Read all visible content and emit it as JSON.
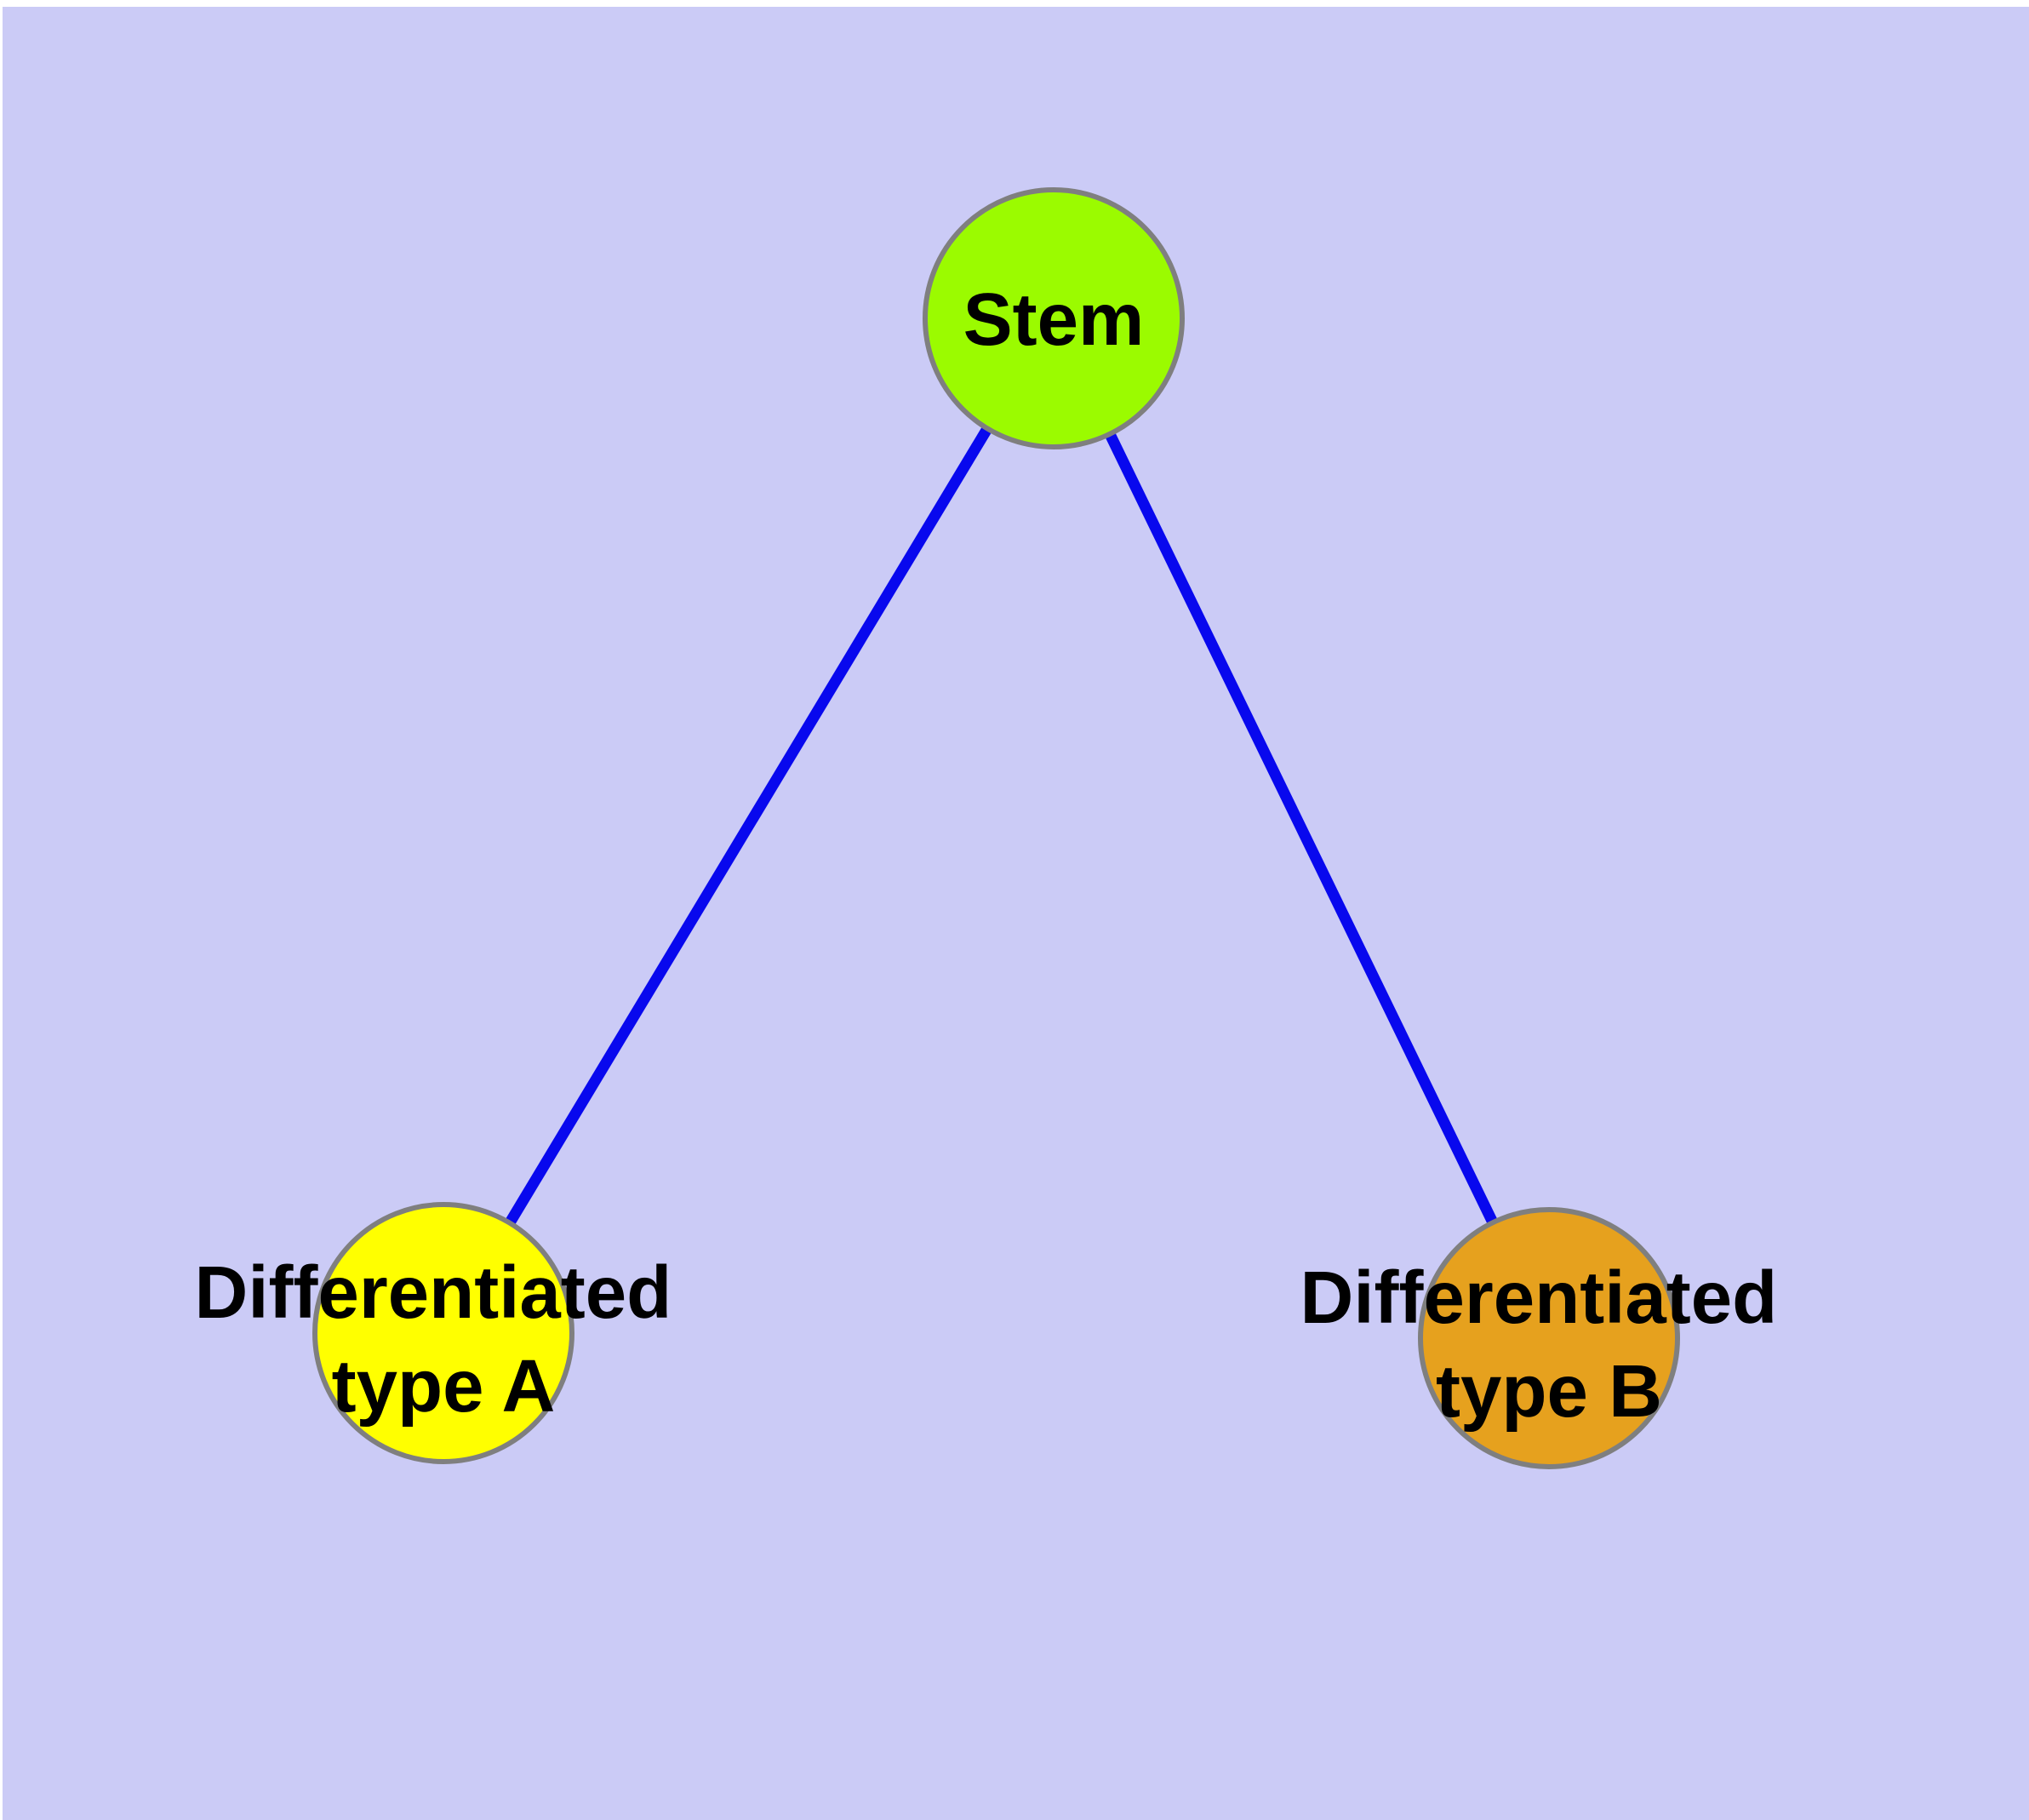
{
  "canvas": {
    "background_color": "#CBCBF6",
    "frame_color": "#FFFFFF"
  },
  "styles": {
    "edge_color": "#0808EE",
    "node_border_color": "#7F7F7F",
    "label_color": "#000000"
  },
  "nodes": [
    {
      "id": "stem",
      "label": "Stem",
      "label_lines": [
        "Stem"
      ],
      "color": "#9BFB00"
    },
    {
      "id": "differentiated-type-a",
      "label": "Differentiated type A",
      "label_lines": [
        "Differentiated",
        "type A"
      ],
      "color": "#FFFF00"
    },
    {
      "id": "differentiated-type-b",
      "label": "Differentiated type B",
      "label_lines": [
        "Differentiated",
        "type B"
      ],
      "color": "#E6A11E"
    }
  ],
  "edges": [
    {
      "from": "stem",
      "to": "differentiated-type-a"
    },
    {
      "from": "stem",
      "to": "differentiated-type-b"
    }
  ]
}
